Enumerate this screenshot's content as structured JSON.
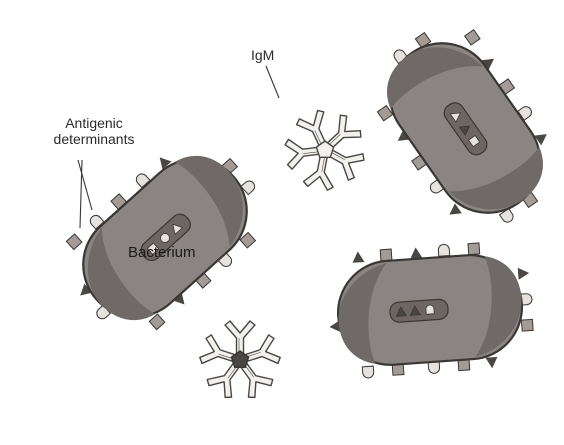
{
  "labels": {
    "igm": "IgM",
    "antigenic_line1": "Antigenic",
    "antigenic_line2": "determinants",
    "bacterium": "Bacterium"
  },
  "colors": {
    "background": "#ffffff",
    "bacterium_body": "#8a8582",
    "bacterium_pole": "#6f6a67",
    "bacterium_outline": "#3a3634",
    "nucleoid": "#6d6663",
    "antibody_stroke": "#4a4644",
    "antibody_fill": "#f3f1ee",
    "marker_dark": "#4a4644",
    "marker_square": "#a29b96",
    "marker_round": "#e6e2dd"
  }
}
